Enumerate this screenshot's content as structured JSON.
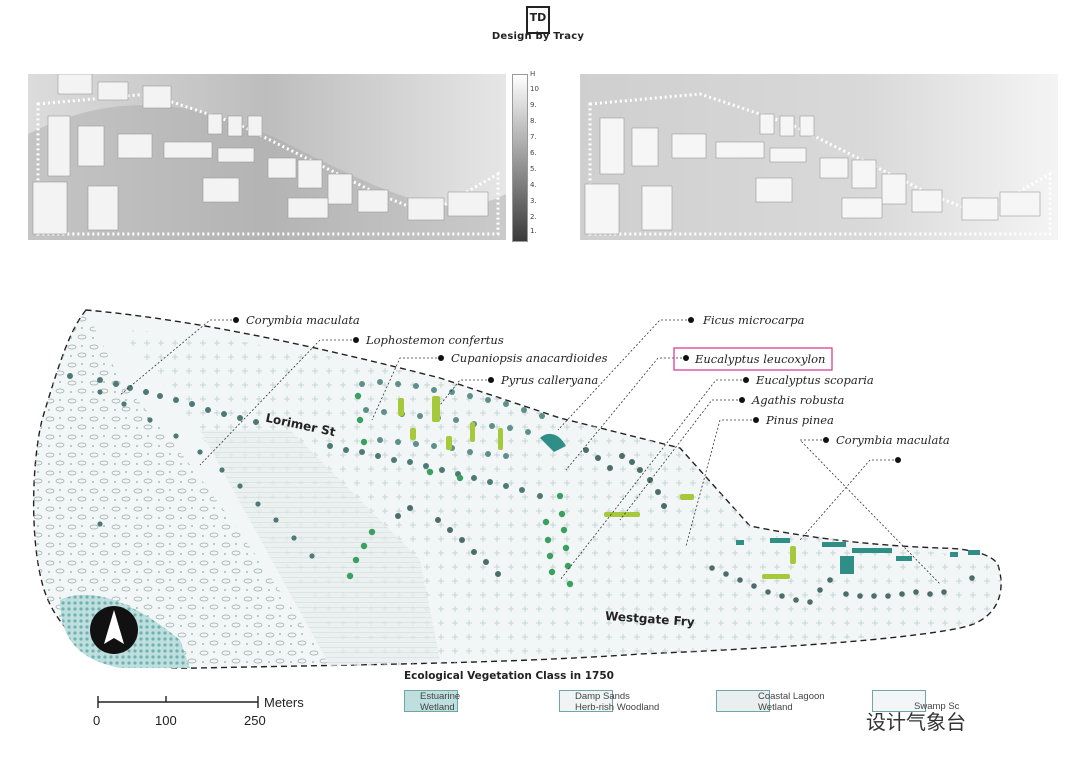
{
  "header": {
    "logo_text": "TD",
    "brand": "Design by Tracy"
  },
  "height_scale": {
    "top_label": "H",
    "ticks": [
      "10",
      "9.",
      "8.",
      "7.",
      "6.",
      "5.",
      "4.",
      "3.",
      "2.",
      "1."
    ]
  },
  "map": {
    "streets": [
      "Lorimer St",
      "Westgate Fry"
    ],
    "species_labels": [
      "Corymbia maculata",
      "Lophostemon confertus",
      "Cupaniopsis anacardioides",
      "Pyrus calleryana",
      "Ficus microcarpa",
      "Eucalyptus leucoxylon",
      "Eucalyptus scoparia",
      "Agathis robusta",
      "Pinus pinea",
      "Corymbia maculata"
    ],
    "highlight_label": "Eucalyptus leucoxylon",
    "colors": {
      "highlight_box": "#d6338c",
      "dark_tree": "#3e6e6a",
      "teal_tree": "#2f8f86",
      "green_tree": "#3aa062",
      "lime_tree": "#a5c93a",
      "outline": "#222222"
    }
  },
  "legend": {
    "title": "Ecological Vegetation Class in 1750",
    "items": [
      {
        "label_line1": "Estuarine",
        "label_line2": "Wetland"
      },
      {
        "label_line1": "Damp Sands",
        "label_line2": "Herb-rish Woodland"
      },
      {
        "label_line1": "Coastal Lagoon",
        "label_line2": "Wetland"
      },
      {
        "label_line1": "Swamp Sc",
        "label_line2": ""
      }
    ]
  },
  "scale_bar": {
    "unit": "Meters",
    "ticks": [
      "0",
      "100",
      "250"
    ]
  },
  "watermark": "设计气象台",
  "north_arrow_icon": "north-arrow-icon"
}
